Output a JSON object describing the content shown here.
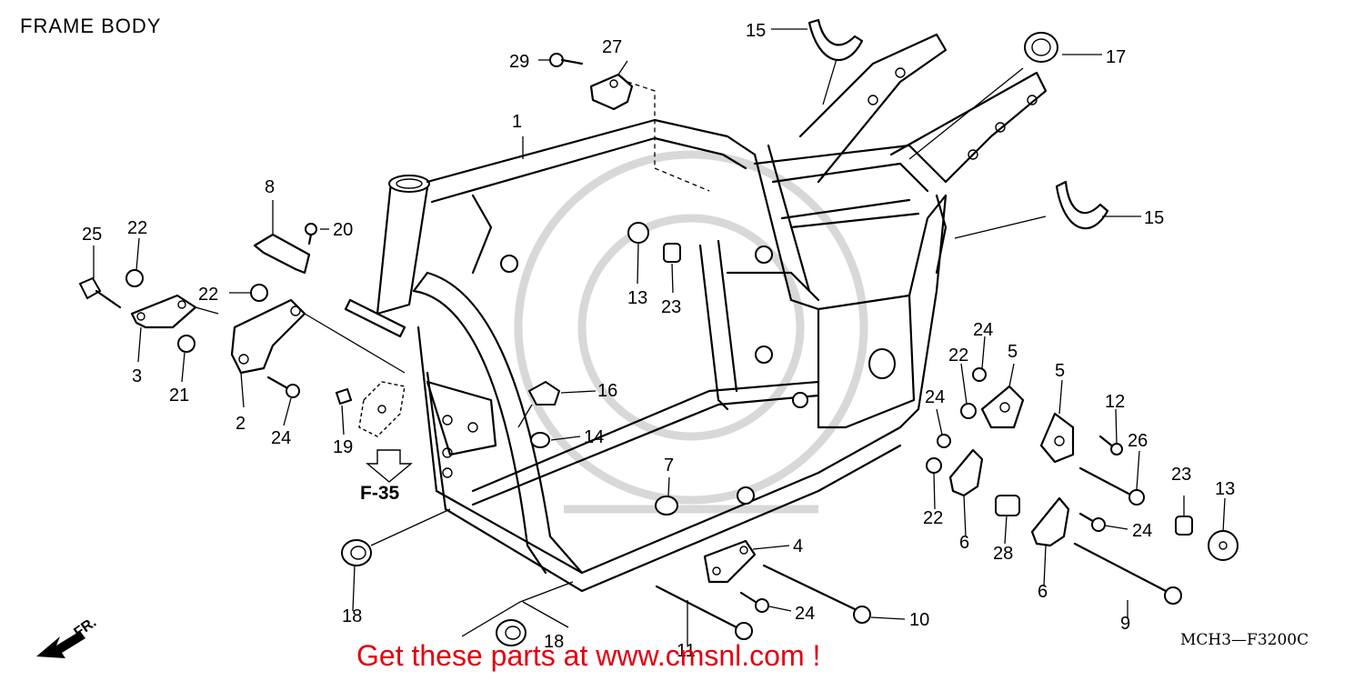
{
  "header": {
    "title": "FRAME BODY"
  },
  "footer": {
    "diagram_code": "MCH3—F3200C",
    "promo": "Get these parts at www.cmsnl.com !"
  },
  "markers": {
    "page_ref": "F-35",
    "front": "FR."
  },
  "callouts": [
    {
      "id": "c1",
      "label": "1"
    },
    {
      "id": "c2",
      "label": "2"
    },
    {
      "id": "c3",
      "label": "3"
    },
    {
      "id": "c4",
      "label": "4"
    },
    {
      "id": "c5a",
      "label": "5"
    },
    {
      "id": "c5b",
      "label": "5"
    },
    {
      "id": "c6a",
      "label": "6"
    },
    {
      "id": "c6b",
      "label": "6"
    },
    {
      "id": "c7",
      "label": "7"
    },
    {
      "id": "c8",
      "label": "8"
    },
    {
      "id": "c9",
      "label": "9"
    },
    {
      "id": "c10",
      "label": "10"
    },
    {
      "id": "c11",
      "label": "11"
    },
    {
      "id": "c12",
      "label": "12"
    },
    {
      "id": "c13a",
      "label": "13"
    },
    {
      "id": "c13b",
      "label": "13"
    },
    {
      "id": "c14",
      "label": "14"
    },
    {
      "id": "c15a",
      "label": "15"
    },
    {
      "id": "c15b",
      "label": "15"
    },
    {
      "id": "c16",
      "label": "16"
    },
    {
      "id": "c17",
      "label": "17"
    },
    {
      "id": "c18a",
      "label": "18"
    },
    {
      "id": "c18b",
      "label": "18"
    },
    {
      "id": "c19",
      "label": "19"
    },
    {
      "id": "c20",
      "label": "20"
    },
    {
      "id": "c21",
      "label": "21"
    },
    {
      "id": "c22a",
      "label": "22"
    },
    {
      "id": "c22b",
      "label": "22"
    },
    {
      "id": "c22c",
      "label": "22"
    },
    {
      "id": "c22d",
      "label": "22"
    },
    {
      "id": "c23a",
      "label": "23"
    },
    {
      "id": "c23b",
      "label": "23"
    },
    {
      "id": "c24a",
      "label": "24"
    },
    {
      "id": "c24b",
      "label": "24"
    },
    {
      "id": "c24c",
      "label": "24"
    },
    {
      "id": "c24d",
      "label": "24"
    },
    {
      "id": "c24e",
      "label": "24"
    },
    {
      "id": "c25",
      "label": "25"
    },
    {
      "id": "c26",
      "label": "26"
    },
    {
      "id": "c27",
      "label": "27"
    },
    {
      "id": "c28",
      "label": "28"
    },
    {
      "id": "c29",
      "label": "29"
    }
  ]
}
